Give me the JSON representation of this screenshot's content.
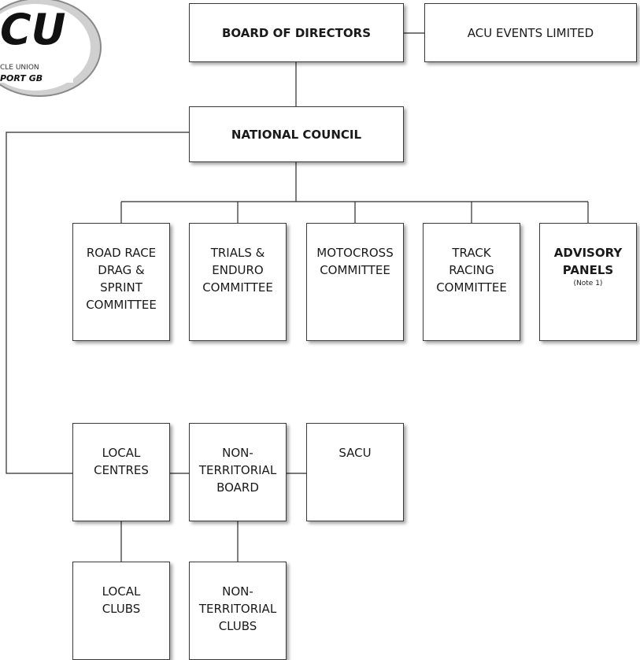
{
  "logo": {
    "mark": "CU",
    "line1": "CLE UNION",
    "line2": "PORT GB"
  },
  "boxes": {
    "board_of_directors": {
      "lines": [
        "BOARD OF DIRECTORS"
      ]
    },
    "acu_events": {
      "lines": [
        "ACU EVENTS LIMITED"
      ]
    },
    "national_council": {
      "lines": [
        "NATIONAL COUNCIL"
      ]
    },
    "road_race": {
      "lines": [
        "ROAD RACE",
        "DRAG &",
        "SPRINT",
        "COMMITTEE"
      ]
    },
    "trials_enduro": {
      "lines": [
        "TRIALS &",
        "ENDURO",
        "COMMITTEE"
      ]
    },
    "motocross": {
      "lines": [
        "MOTOCROSS",
        "COMMITTEE"
      ]
    },
    "track_racing": {
      "lines": [
        "TRACK",
        "RACING",
        "COMMITTEE"
      ]
    },
    "advisory_panels": {
      "lines": [
        "ADVISORY",
        "PANELS"
      ],
      "note": "(Note 1)"
    },
    "local_centres": {
      "lines": [
        "LOCAL",
        "CENTRES"
      ]
    },
    "non_territorial_board": {
      "lines": [
        "NON-",
        "TERRITORIAL",
        "BOARD"
      ]
    },
    "sacu": {
      "lines": [
        "SACU"
      ]
    },
    "local_clubs": {
      "lines": [
        "LOCAL",
        "CLUBS"
      ]
    },
    "non_territorial_clubs": {
      "lines": [
        "NON-",
        "TERRITORIAL",
        "CLUBS"
      ]
    }
  }
}
